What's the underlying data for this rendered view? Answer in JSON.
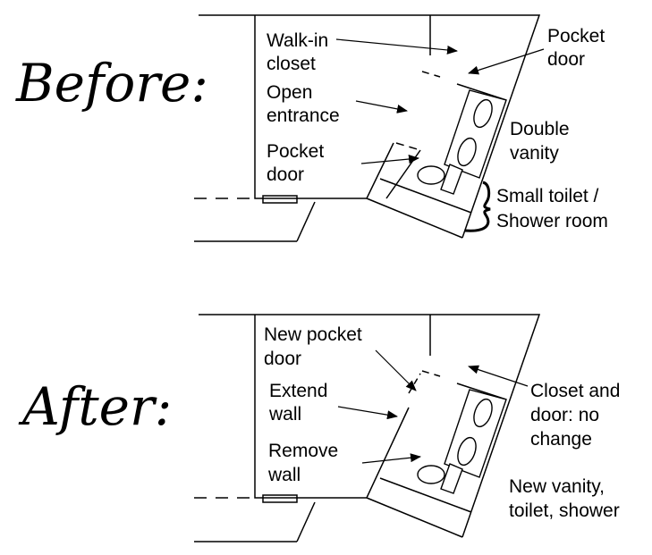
{
  "before": {
    "heading": "Before:",
    "labels": {
      "walk_in_closet": [
        "Walk-in",
        "closet"
      ],
      "open_entrance": [
        "Open",
        "entrance"
      ],
      "pocket_door_left": [
        "Pocket",
        "door"
      ],
      "pocket_door_right": [
        "Pocket",
        "door"
      ],
      "double_vanity": [
        "Double",
        "vanity"
      ],
      "toilet_shower": [
        "Small toilet /",
        "Shower room"
      ]
    }
  },
  "after": {
    "heading": "After:",
    "labels": {
      "new_pocket_door": [
        "New pocket",
        "door"
      ],
      "extend_wall": [
        "Extend",
        "wall"
      ],
      "remove_wall": [
        "Remove",
        "wall"
      ],
      "closet_no_change": [
        "Closet and",
        "door: no",
        "change"
      ],
      "new_fixtures": [
        "New vanity,",
        "toilet, shower"
      ]
    }
  }
}
